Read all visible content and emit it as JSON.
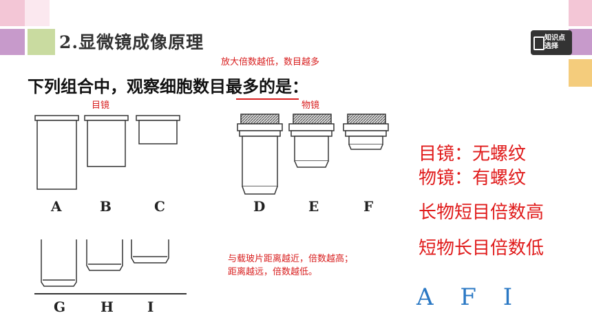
{
  "title": "2.显微镜成像原理",
  "subtitle_note": "放大倍数越低，数目越多",
  "question": "下列组合中，观察细胞数目最多的是：",
  "labels": {
    "eyepiece": "目镜",
    "objective": "物镜",
    "letters_top_left": [
      "A",
      "B",
      "C"
    ],
    "letters_top_right": [
      "D",
      "E",
      "F"
    ],
    "letters_bottom": [
      "G",
      "H",
      "I"
    ]
  },
  "distance_note": {
    "line1": "与载玻片距离越近，倍数越高；",
    "line2": "距离越远，倍数越低。"
  },
  "rules": [
    "目镜：无螺纹",
    "物镜：有螺纹",
    "长物短目倍数高",
    "短物长目倍数低"
  ],
  "answer": "A F I",
  "button": {
    "line1": "知识点",
    "line2": "选择",
    "icon": "book-icon"
  },
  "colors": {
    "red": "#d81e1e",
    "blue": "#2a78c4"
  }
}
